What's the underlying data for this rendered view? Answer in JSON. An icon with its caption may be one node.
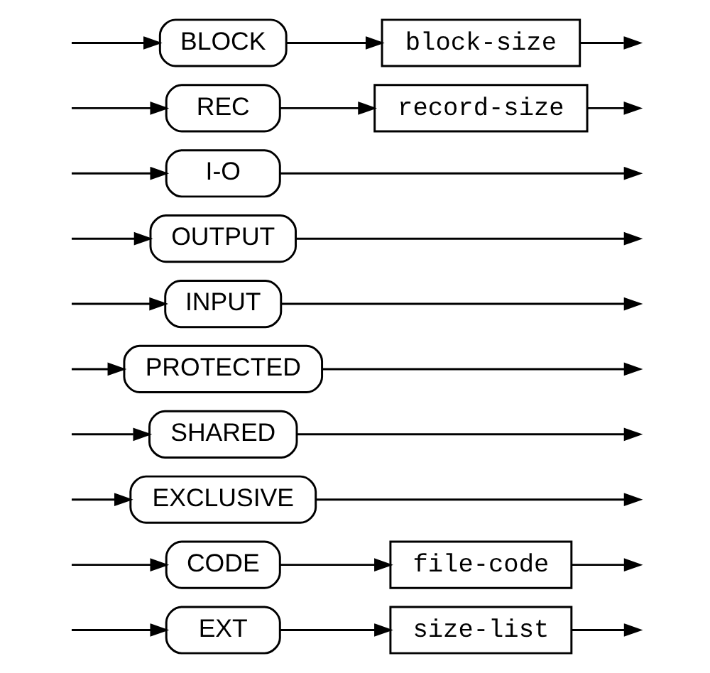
{
  "diagram": {
    "nodes": [
      {
        "text": [
          "EXT"
        ]
      },
      {
        "text": [
          "size-list"
        ]
      },
      {
        "text": [
          "CODE"
        ]
      },
      {
        "text": [
          "file-code"
        ]
      },
      {
        "text": [
          "EXCLUSIVE"
        ]
      },
      {
        "text": [
          "SHARED"
        ]
      },
      {
        "text": [
          "PROTECTED"
        ]
      },
      {
        "text": [
          "INPUT"
        ]
      },
      {
        "text": [
          "OUTPUT"
        ]
      },
      {
        "text": [
          "I-O"
        ]
      },
      {
        "text": [
          "REC"
        ]
      },
      {
        "text": [
          "record-size"
        ]
      },
      {
        "text": [
          "BLOCK"
        ]
      },
      {
        "text": [
          "block-size"
        ]
      }
    ],
    "edges": [
      {
        "from": null,
        "to": 0,
        "arrow": "to"
      },
      {
        "from": 0,
        "to": 1,
        "arrow": "to"
      },
      {
        "from": 1,
        "to": null,
        "arrow": "to"
      },
      {
        "from": null,
        "to": 2,
        "arrow": "to"
      },
      {
        "from": 2,
        "to": 3,
        "arrow": "to"
      },
      {
        "from": 3,
        "to": null,
        "arrow": "to"
      },
      {
        "from": 4,
        "to": null,
        "arrow": "to"
      },
      {
        "from": null,
        "to": 4,
        "arrow": "to"
      },
      {
        "from": 5,
        "to": null,
        "arrow": "to"
      },
      {
        "from": null,
        "to": 5,
        "arrow": "to"
      },
      {
        "from": 6,
        "to": null,
        "arrow": "to"
      },
      {
        "from": null,
        "to": 6,
        "arrow": "to"
      },
      {
        "from": 7,
        "to": null,
        "arrow": "to"
      },
      {
        "from": null,
        "to": 7,
        "arrow": "to"
      },
      {
        "from": 8,
        "to": null,
        "arrow": "to"
      },
      {
        "from": null,
        "to": 8,
        "arrow": "to"
      },
      {
        "from": 9,
        "to": null,
        "arrow": "to"
      },
      {
        "from": null,
        "to": 9,
        "arrow": "to"
      },
      {
        "from": null,
        "to": 10,
        "arrow": "to"
      },
      {
        "from": 10,
        "to": 11,
        "arrow": "to"
      },
      {
        "from": 11,
        "to": null,
        "arrow": "to"
      },
      {
        "from": null,
        "to": 12,
        "arrow": "to"
      },
      {
        "from": 12,
        "to": 13,
        "arrow": "to"
      },
      {
        "from": 13,
        "to": null,
        "arrow": "to"
      }
    ]
  }
}
